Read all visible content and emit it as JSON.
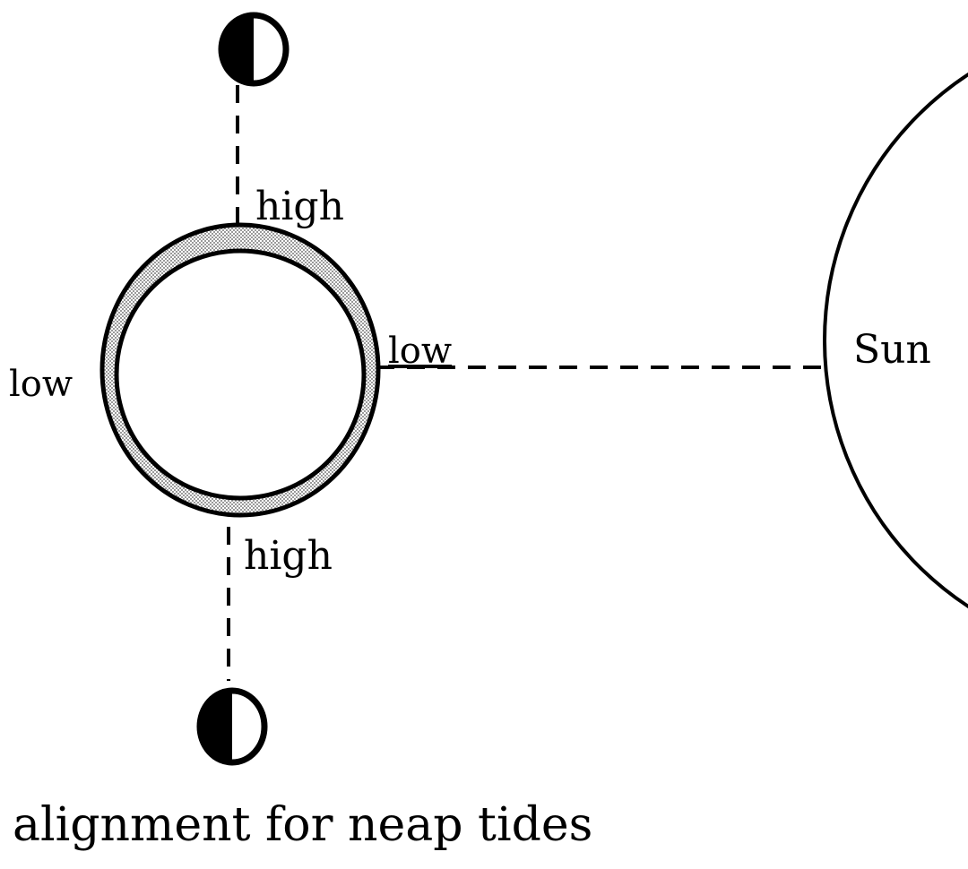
{
  "labels": {
    "high_top": "high",
    "high_bottom": "high",
    "low_left": "low",
    "low_right": "low",
    "sun": "Sun"
  },
  "caption": "alignment for neap tides",
  "colors": {
    "ink": "#000000",
    "tidal_bulge": "#c8c8c8",
    "background": "#ffffff"
  },
  "icons": {
    "moon_top": "quarter-moon-icon",
    "moon_bottom": "quarter-moon-icon"
  }
}
